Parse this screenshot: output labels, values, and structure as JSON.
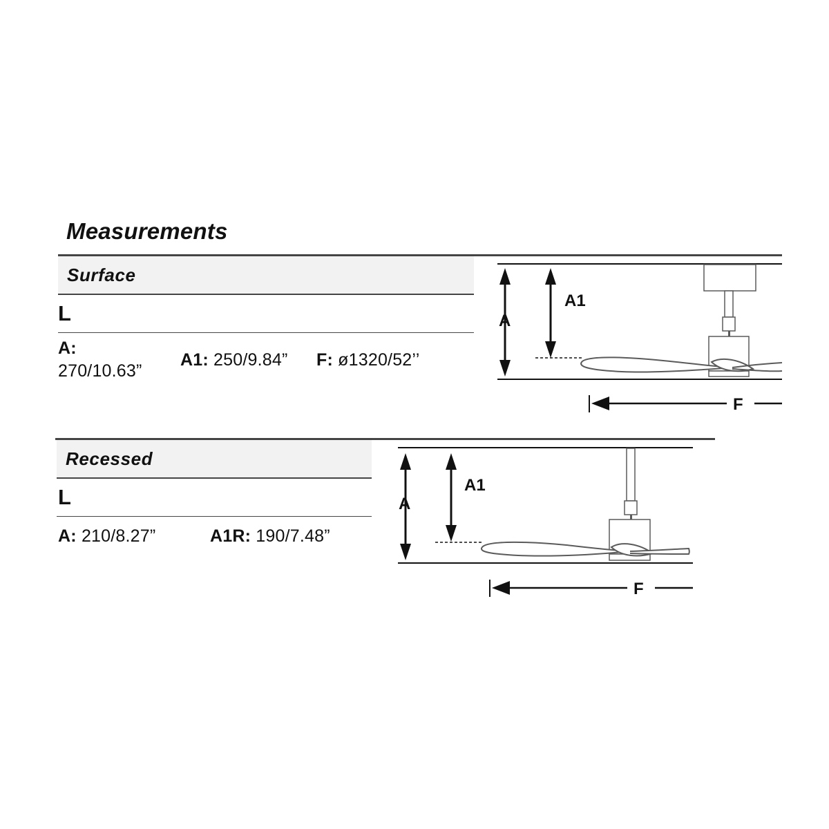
{
  "title": "Measurements",
  "sections": [
    {
      "name": "Surface",
      "model": "L",
      "specs": [
        {
          "key": "A:",
          "value": "270/10.63”"
        },
        {
          "key": "A1:",
          "value": "250/9.84”"
        },
        {
          "key": "F:",
          "value": "ø1320/52’’"
        }
      ],
      "diagram_labels": {
        "a": "A",
        "a1": "A1",
        "f": "F"
      }
    },
    {
      "name": "Recessed",
      "model": "L",
      "specs": [
        {
          "key": "A:",
          "value": "210/8.27”"
        },
        {
          "key": "A1R:",
          "value": "190/7.48”"
        }
      ],
      "diagram_labels": {
        "a": "A",
        "a1": "A1",
        "f": "F"
      }
    }
  ],
  "colors": {
    "text": "#111111",
    "band": "#f2f2f2",
    "rule": "#444444",
    "fan": "#5a5a5a"
  }
}
